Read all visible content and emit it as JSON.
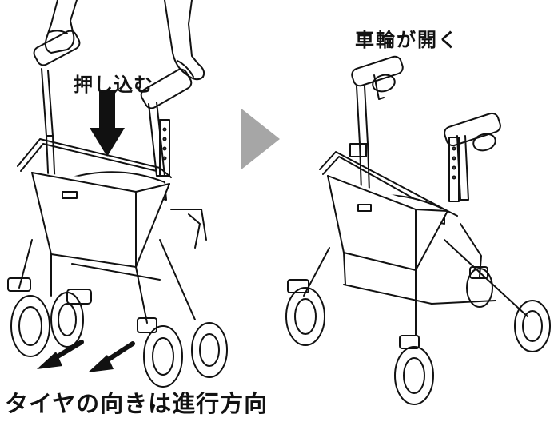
{
  "labels": {
    "push_in": "押し込む",
    "wheels_open": "車輪が開く",
    "tire_direction": "タイヤの向きは進行方向"
  },
  "icons": {
    "push_arrow": "down-arrow-icon",
    "step_arrow": "right-chevron-icon",
    "direction_arrows": "diagonal-arrow-icon"
  },
  "colors": {
    "line": "#111111",
    "step_arrow": "#a6a6a6",
    "basket_fill": "#ffffff"
  }
}
